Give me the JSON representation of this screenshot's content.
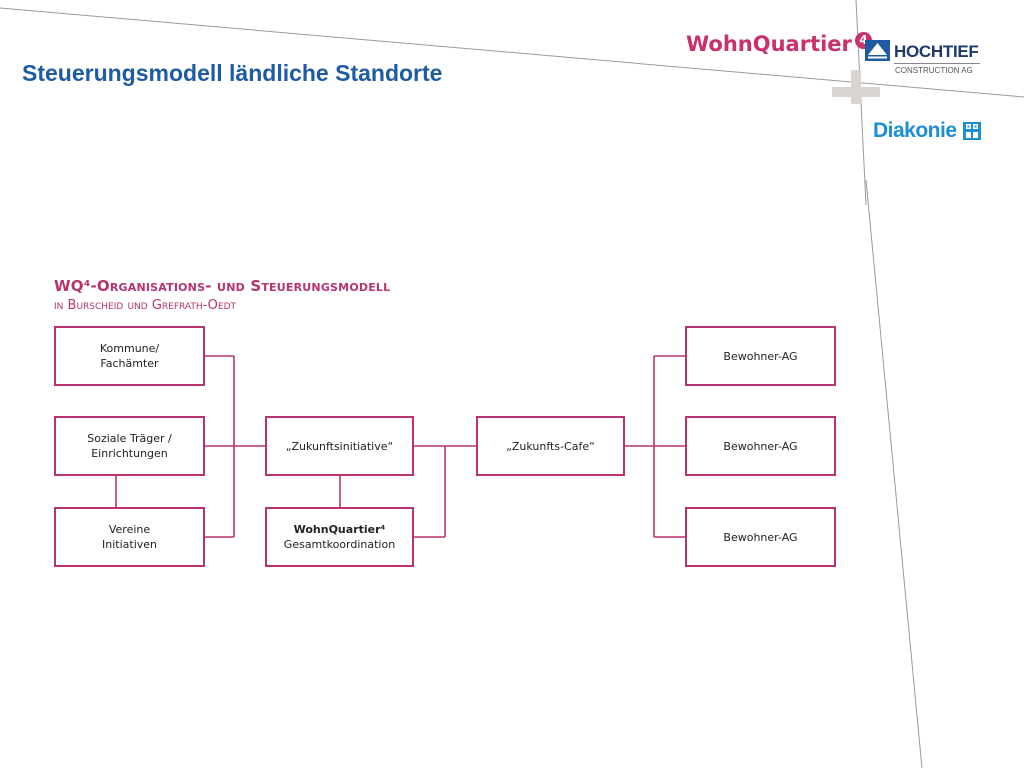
{
  "header": {
    "title": "Steuerungsmodell ländliche Standorte"
  },
  "logos": {
    "wohnquartier": {
      "text": "WohnQuartier",
      "number": "4"
    },
    "hochtief": {
      "name": "HOCHTIEF",
      "subtitle": "CONSTRUCTION AG"
    },
    "diakonie": {
      "text": "Diakonie"
    }
  },
  "diagram": {
    "title": "WQ⁴-Organisations- und Steuerungsmodell",
    "subtitle": "in Burscheid und Grefrath-Oedt",
    "nodes": {
      "kommune": {
        "line1": "Kommune/",
        "line2": "Fachämter"
      },
      "soziale": {
        "line1": "Soziale Träger /",
        "line2": "Einrichtungen"
      },
      "vereine": {
        "line1": "Vereine",
        "line2": "Initiativen"
      },
      "zukunftsinitiative": {
        "label": "„Zukunftsinitiative“"
      },
      "gesamtkoordination": {
        "line1": "WohnQuartier⁴",
        "line2": "Gesamtkoordination"
      },
      "zukunftscafe": {
        "label": "„Zukunfts-Cafe“"
      },
      "bewohner1": {
        "label": "Bewohner-AG"
      },
      "bewohner2": {
        "label": "Bewohner-AG"
      },
      "bewohner3": {
        "label": "Bewohner-AG"
      }
    }
  },
  "colors": {
    "title_blue": "#1f5ba3",
    "diagram_magenta": "#b8336f",
    "wohnquartier_pink": "#c8306e",
    "diakonie_blue": "#1c8fd4"
  }
}
